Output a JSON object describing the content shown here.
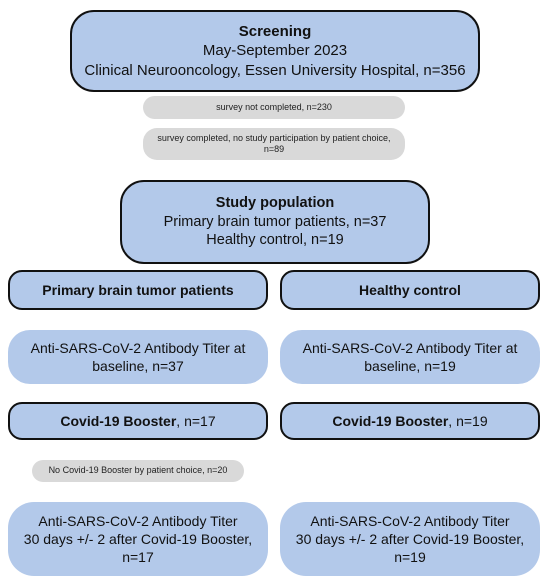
{
  "screening": {
    "title": "Screening",
    "period": "May-September 2023",
    "site": "Clinical Neurooncology, Essen University Hospital, n=356"
  },
  "exclusions": {
    "survey_not_completed": "survey not completed, n=230",
    "no_participation_line1": "survey completed, no  study participation by patient choice,",
    "no_participation_line2": "n=89"
  },
  "study_population": {
    "title": "Study population",
    "patients": "Primary brain tumor patients, n=37",
    "controls": "Healthy control, n=19"
  },
  "groups": {
    "left": {
      "header": "Primary brain tumor patients",
      "titer_line1": "Anti-SARS-CoV-2 Antibody Titer at",
      "titer_line2": "baseline, n=37",
      "booster_label": "Covid-19 Booster",
      "booster_n": ", n=17",
      "final_line1": "Anti-SARS-CoV-2 Antibody Titer",
      "final_line2": "30 days +/- 2 after Covid-19 Booster,",
      "final_line3": "n=17"
    },
    "right": {
      "header": "Healthy control",
      "titer_line1": "Anti-SARS-CoV-2 Antibody Titer at",
      "titer_line2": "baseline, n=19",
      "booster_label": "Covid-19 Booster",
      "booster_n": ", n=19",
      "final_line1": "Anti-SARS-CoV-2 Antibody Titer",
      "final_line2": "30 days +/- 2 after Covid-19 Booster,",
      "final_line3": "n=19"
    }
  },
  "no_booster": "No Covid-19 Booster by patient choice, n=20",
  "colors": {
    "box_fill": "#b3c9ea",
    "pill_fill": "#d9d9d9",
    "border": "#111111"
  }
}
